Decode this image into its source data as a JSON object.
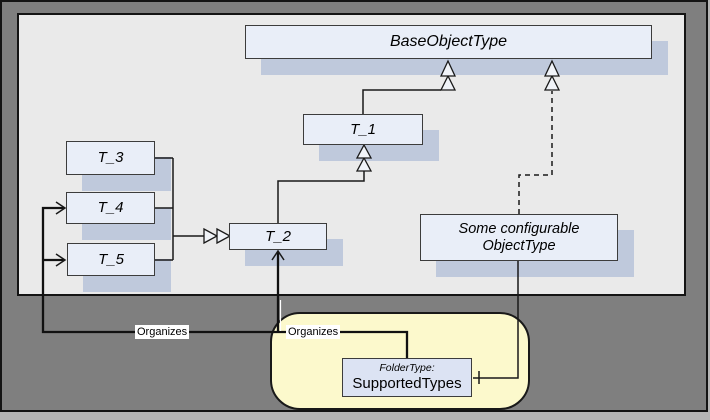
{
  "colors": {
    "outer_gray": "#7f7f7f",
    "panel_bg": "#eaeaea",
    "node_bg": "#e9eef8",
    "shadow_blue": "#bfc9dc",
    "folder_yellow": "#fcf9cc",
    "folder_node_bg": "#dce3f3",
    "line_black": "#191919"
  },
  "boxes": {
    "base": {
      "label": "BaseObjectType"
    },
    "t1": {
      "label": "T_1"
    },
    "t2": {
      "label": "T_2"
    },
    "t3": {
      "label": "T_3"
    },
    "t4": {
      "label": "T_4"
    },
    "t5": {
      "label": "T_5"
    },
    "some_configurable": {
      "line1": "Some configurable",
      "line2": "ObjectType"
    },
    "folder": {
      "type_label": "FolderType:",
      "name": "SupportedTypes"
    }
  },
  "edge_labels": {
    "organizes_left": "Organizes",
    "organizes_right": "Organizes"
  }
}
